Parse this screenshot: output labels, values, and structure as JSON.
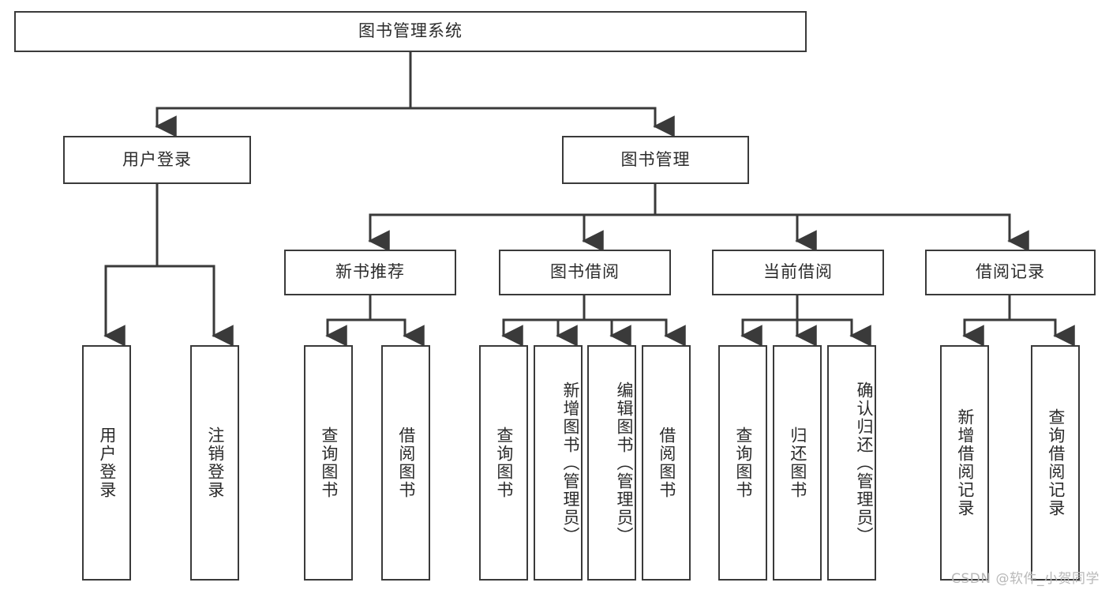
{
  "diagram": {
    "title": "图书管理系统",
    "type": "hierarchy-tree",
    "root": {
      "label": "图书管理系统"
    },
    "level2": [
      {
        "label": "用户登录"
      },
      {
        "label": "图书管理"
      }
    ],
    "level3": [
      {
        "label": "新书推荐"
      },
      {
        "label": "图书借阅"
      },
      {
        "label": "当前借阅"
      },
      {
        "label": "借阅记录"
      }
    ],
    "leaves": {
      "user_login": [
        {
          "label": "用户登录"
        },
        {
          "label": "注销登录"
        }
      ],
      "new_book_recommend": [
        {
          "label": "查询图书"
        },
        {
          "label": "借阅图书"
        }
      ],
      "book_borrow": [
        {
          "label": "查询图书"
        },
        {
          "label": "新增图书（管理员）"
        },
        {
          "label": "编辑图书（管理员）"
        },
        {
          "label": "借阅图书"
        }
      ],
      "current_borrow": [
        {
          "label": "查询图书"
        },
        {
          "label": "归还图书"
        },
        {
          "label": "确认归还（管理员）"
        }
      ],
      "borrow_record": [
        {
          "label": "新增借阅记录"
        },
        {
          "label": "查询借阅记录"
        }
      ]
    }
  },
  "watermark": {
    "text": "CSDN @软件_小贺同学"
  },
  "colors": {
    "stroke": "#3a3a3a",
    "box_fill": "#ffffff",
    "text": "#2b2b2b",
    "watermark": "#b8b8b8"
  }
}
